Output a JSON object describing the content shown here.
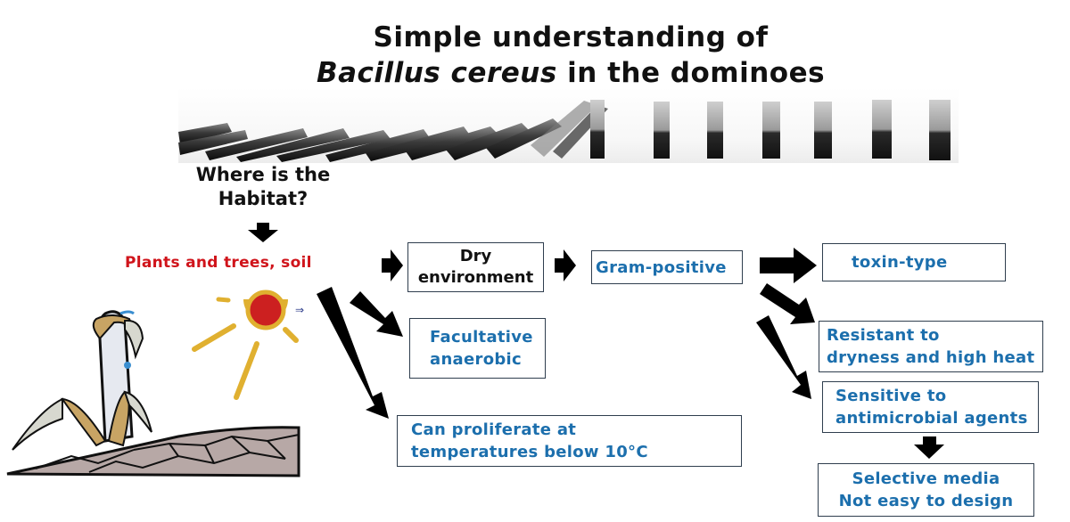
{
  "title": {
    "line1": "Simple understanding of",
    "line2_italic": "Bacillus cereus",
    "line2_rest": " in the dominoes"
  },
  "dominoes_image": "falling-dominoes-photo",
  "habitat": {
    "question_line1": "Where is the",
    "question_line2": "Habitat?",
    "answer": "Plants and trees, soil",
    "answer_color": "#d0141b"
  },
  "illustration": "wilted-plant-on-cracked-soil-under-sun",
  "nodes": {
    "dry": {
      "line1": "Dry",
      "line2": "environment"
    },
    "gram": {
      "line1": "Gram-positive"
    },
    "facultative": {
      "line1": "Facultative",
      "line2": "anaerobic"
    },
    "proliferate": {
      "line1": "Can proliferate at",
      "line2": "temperatures below 10°C"
    },
    "toxin": {
      "line1": "toxin-type"
    },
    "resistant": {
      "line1": "Resistant to",
      "line2": "dryness and high heat"
    },
    "sensitive": {
      "line1": "Sensitive to",
      "line2": "antimicrobial agents"
    },
    "selective": {
      "line1": "Selective media",
      "line2": "Not easy to design"
    }
  },
  "colors": {
    "node_text_blue": "#1c6fad",
    "border": "#2f3e4e",
    "arrow": "#000000",
    "sun_core": "#cc2020",
    "sun_rays": "#e0b030"
  }
}
